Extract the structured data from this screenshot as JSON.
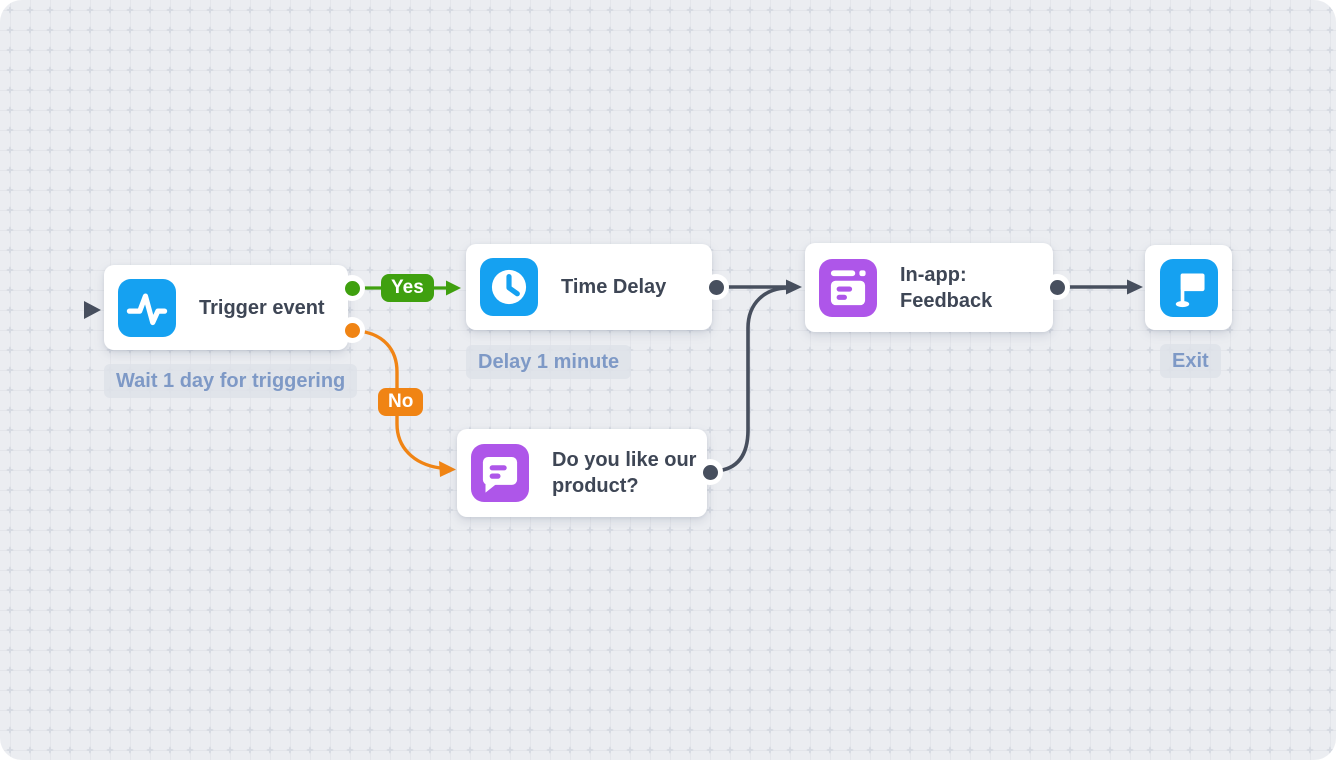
{
  "flow": {
    "nodes": {
      "trigger": {
        "title": "Trigger event",
        "icon": "pulse-icon",
        "icon_color": "#15A1F1",
        "note": "Wait 1 day for triggering"
      },
      "time_delay": {
        "title": "Time Delay",
        "icon": "clock-icon",
        "icon_color": "#15A1F1",
        "note": "Delay 1 minute"
      },
      "question": {
        "title": "Do you like our product?",
        "icon": "chat-bubble-icon",
        "icon_color": "#AE56E9"
      },
      "in_app": {
        "title": "In-app: Feedback",
        "icon": "in-app-window-icon",
        "icon_color": "#AE56E9"
      },
      "exit": {
        "icon": "flag-icon",
        "icon_color": "#15A1F1",
        "note": "Exit"
      }
    },
    "edges": {
      "yes_label": "Yes",
      "no_label": "No"
    },
    "colors": {
      "canvas_background": "#EBEDF1",
      "yes_branch": "#3FA00F",
      "no_branch": "#F08414",
      "connector_dark": "#474F5E",
      "note_text": "#7E99C6",
      "title_text": "#3E4655"
    }
  }
}
